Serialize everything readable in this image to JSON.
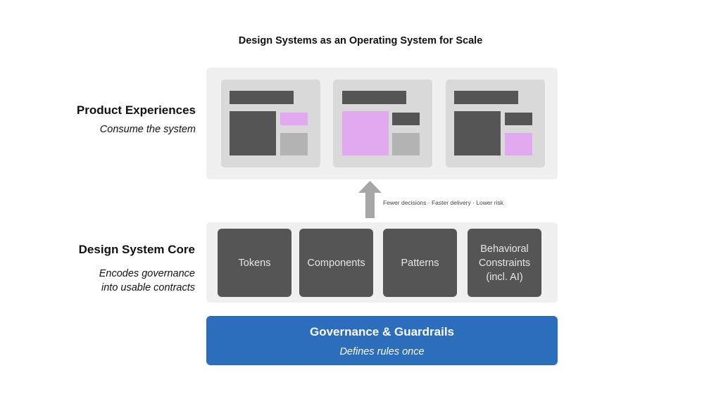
{
  "title": "Design Systems as an Operating System for Scale",
  "rows": {
    "product": {
      "heading": "Product Experiences",
      "subtitle": "Consume the system"
    },
    "core": {
      "heading": "Design System Core",
      "subtitle_lines": [
        "Encodes governance",
        "into usable contracts"
      ]
    }
  },
  "product_cards": [
    {
      "name": "product-screen-1",
      "highlight": "small-right-top"
    },
    {
      "name": "product-screen-2",
      "highlight": "large-left"
    },
    {
      "name": "product-screen-3",
      "highlight": "small-right-bottom"
    }
  ],
  "arrow": {
    "icon": "up-arrow-icon",
    "label": "Fewer decisions · Faster delivery · Lower risk"
  },
  "core_boxes": [
    {
      "lines": [
        "Tokens"
      ]
    },
    {
      "lines": [
        "Components"
      ]
    },
    {
      "lines": [
        "Patterns"
      ]
    },
    {
      "lines": [
        "Behavioral",
        "Constraints",
        "(incl. AI)"
      ]
    }
  ],
  "governance": {
    "title": "Governance & Guardrails",
    "subtitle": "Defines rules once"
  },
  "colors": {
    "panel_bg": "#f0f0f0",
    "card_bg": "#d9d9d9",
    "dark_block": "#555555",
    "accent_pink": "#e2aaee",
    "light_block": "#b3b3b3",
    "governance_blue": "#2c6ebb",
    "arrow_gray": "#a6a6a6"
  }
}
